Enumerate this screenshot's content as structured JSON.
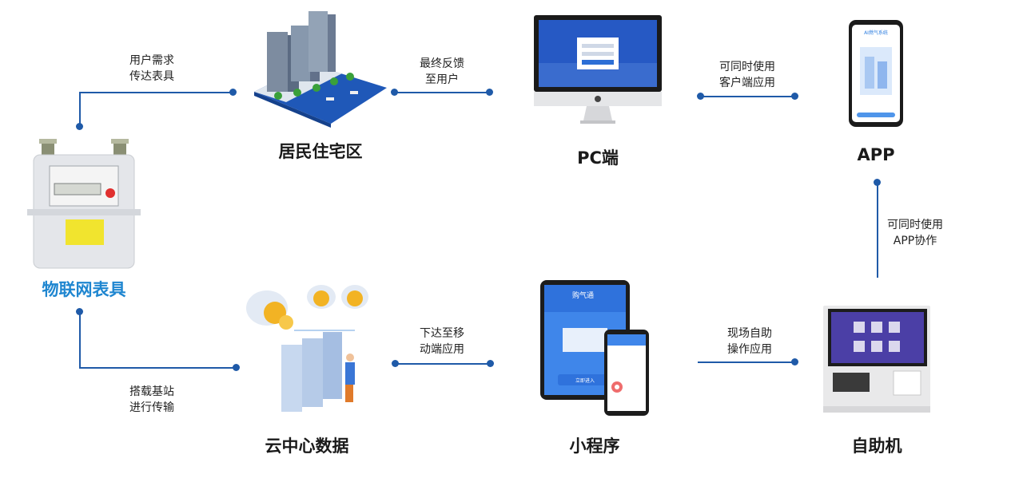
{
  "nodes": {
    "meter": "物联网表具",
    "residential": "居民住宅区",
    "pc": "PC端",
    "app": "APP",
    "cloud": "云中心数据",
    "miniprogram": "小程序",
    "kiosk": "自助机"
  },
  "edges": {
    "meter_to_residential": [
      "用户需求",
      "传达表具"
    ],
    "residential_to_pc": [
      "最终反馈",
      "至用户"
    ],
    "pc_to_app": [
      "可同时使用",
      "客户端应用"
    ],
    "kiosk_to_app": [
      "可同时使用",
      "APP协作"
    ],
    "meter_to_cloud": [
      "搭载基站",
      "进行传输"
    ],
    "cloud_to_mini": [
      "下达至移",
      "动端应用"
    ],
    "mini_to_kiosk": [
      "现场自助",
      "操作应用"
    ]
  },
  "illustrations": {
    "phone_app_name": "AI燃气系统",
    "tablet_app_name": "购气通",
    "tablet_button": "立即进入"
  },
  "colors": {
    "accent": "#1f86d0",
    "connector": "#1f5aa8"
  }
}
